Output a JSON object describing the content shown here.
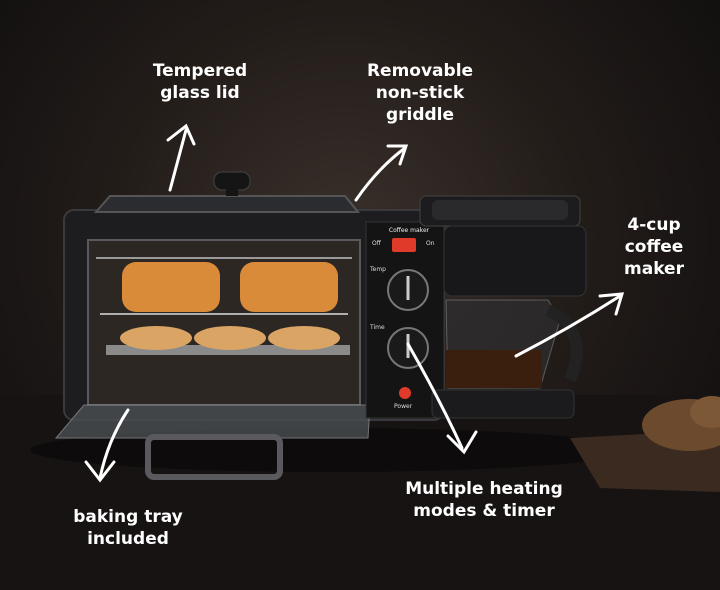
{
  "callouts": {
    "lid": [
      "Tempered",
      "glass lid"
    ],
    "griddle": [
      "Removable",
      "non-stick",
      "griddle"
    ],
    "coffee": [
      "4-cup",
      "coffee",
      "maker"
    ],
    "tray": [
      "baking tray",
      "included"
    ],
    "modes": [
      "Multiple heating",
      "modes & timer"
    ]
  },
  "panel": {
    "title": "Coffee maker",
    "off": "Off",
    "on": "On",
    "temp": "Temp",
    "time": "Time",
    "power": "Power"
  },
  "colors": {
    "appliance": "#1b1b1d",
    "bread": "#d98b3a",
    "coffee": "#3a1e0e",
    "indicator": "#e03a2a",
    "text": "#ffffff"
  }
}
